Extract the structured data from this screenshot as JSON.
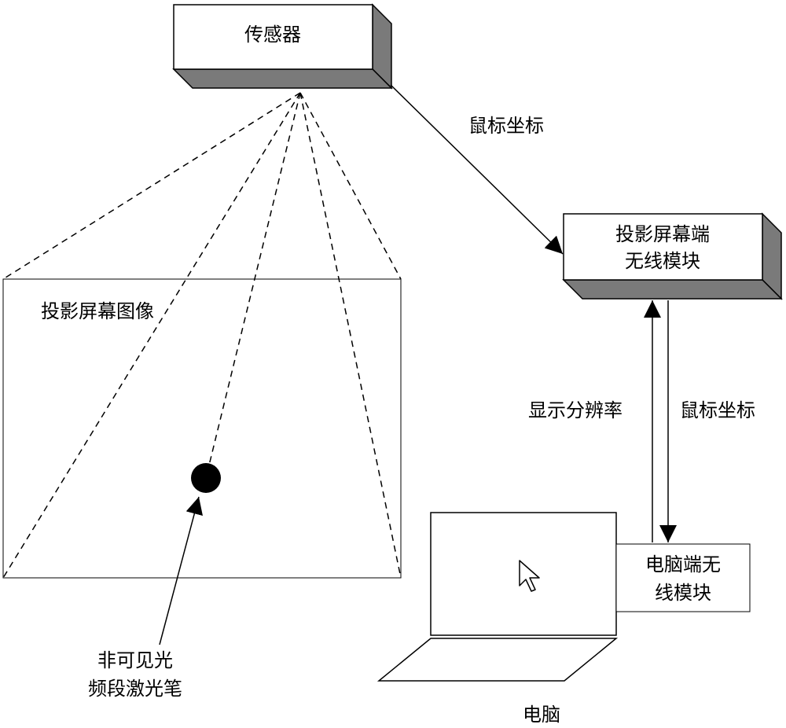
{
  "sensor": {
    "label": "传感器"
  },
  "projection_screen": {
    "label": "投影屏幕图像"
  },
  "screen_wireless": {
    "line1": "投影屏幕端",
    "line2": "无线模块"
  },
  "pc_wireless": {
    "line1": "电脑端无",
    "line2": "线模块"
  },
  "arrows": {
    "sensor_to_screen_module": "鼠标坐标",
    "up_resolution": "显示分辨率",
    "down_mouse_coords": "鼠标坐标"
  },
  "laser_pen": {
    "line1": "非可见光",
    "line2": "频段激光笔"
  },
  "laptop": {
    "label": "电脑",
    "cursor": "cursor-arrow-icon"
  }
}
